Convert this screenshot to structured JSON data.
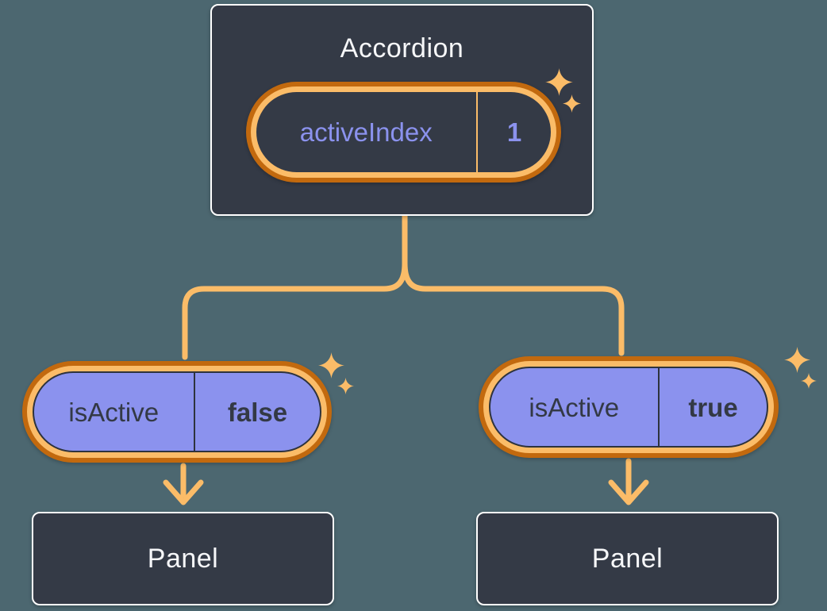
{
  "diagram": {
    "kind": "react-component-tree",
    "root": {
      "title": "Accordion",
      "state": {
        "name": "activeIndex",
        "value": "1"
      }
    },
    "children": [
      {
        "prop": {
          "name": "isActive",
          "value": "false"
        },
        "panel": {
          "title": "Panel"
        }
      },
      {
        "prop": {
          "name": "isActive",
          "value": "true"
        },
        "panel": {
          "title": "Panel"
        }
      }
    ]
  },
  "icons": [
    "sparkle-icon-root-large",
    "sparkle-icon-root-small",
    "sparkle-icon-left-large",
    "sparkle-icon-left-small",
    "sparkle-icon-right-large",
    "sparkle-icon-right-small"
  ],
  "colors": {
    "background": "#4C6770",
    "box_fill": "#343A46",
    "box_border": "#FFFFFF",
    "text_light": "#F6F7F9",
    "purple_fill": "#8B92EE",
    "purple_text": "#8B92EE",
    "dark_text": "#333945",
    "orange_light": "#FBBC68",
    "orange_dark": "#C2690E"
  }
}
